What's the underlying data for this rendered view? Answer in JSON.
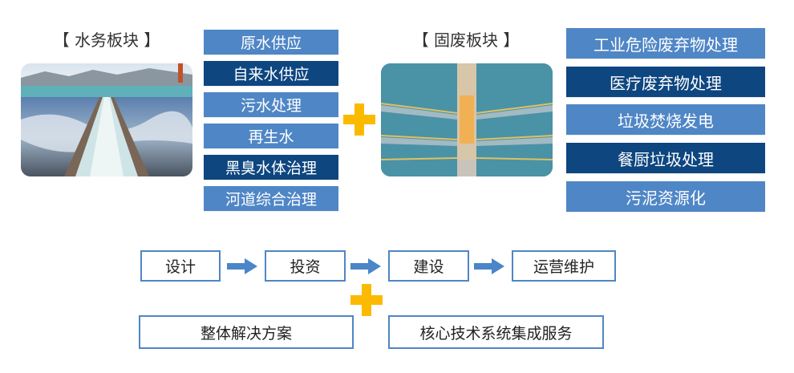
{
  "water": {
    "title": "【 水务板块 】",
    "photo": "water-treatment-photo",
    "services": [
      {
        "label": "原水供应",
        "tone": "light"
      },
      {
        "label": "自来水供应",
        "tone": "dark"
      },
      {
        "label": "污水处理",
        "tone": "light"
      },
      {
        "label": "再生水",
        "tone": "light"
      },
      {
        "label": "黑臭水体治理",
        "tone": "dark"
      },
      {
        "label": "河道综合治理",
        "tone": "light"
      }
    ]
  },
  "solid_waste": {
    "title": "【 固废板块 】",
    "photo": "waste-plant-photo",
    "services": [
      {
        "label": "工业危险废弃物处理",
        "tone": "light"
      },
      {
        "label": "医疗废弃物处理",
        "tone": "dark"
      },
      {
        "label": "垃圾焚烧发电",
        "tone": "light"
      },
      {
        "label": "餐厨垃圾处理",
        "tone": "dark"
      },
      {
        "label": "污泥资源化",
        "tone": "light"
      }
    ]
  },
  "process": {
    "steps": [
      "设计",
      "投资",
      "建设",
      "运营维护"
    ],
    "arrow_icon": "right-arrow-icon"
  },
  "solutions": [
    "整体解决方案",
    "核心技术系统集成服务"
  ],
  "colors": {
    "light_blue": "#4F86C6",
    "dark_blue": "#0E4680",
    "plus_yellow": "#FBBA00",
    "arrow_blue": "#4A86C8"
  }
}
